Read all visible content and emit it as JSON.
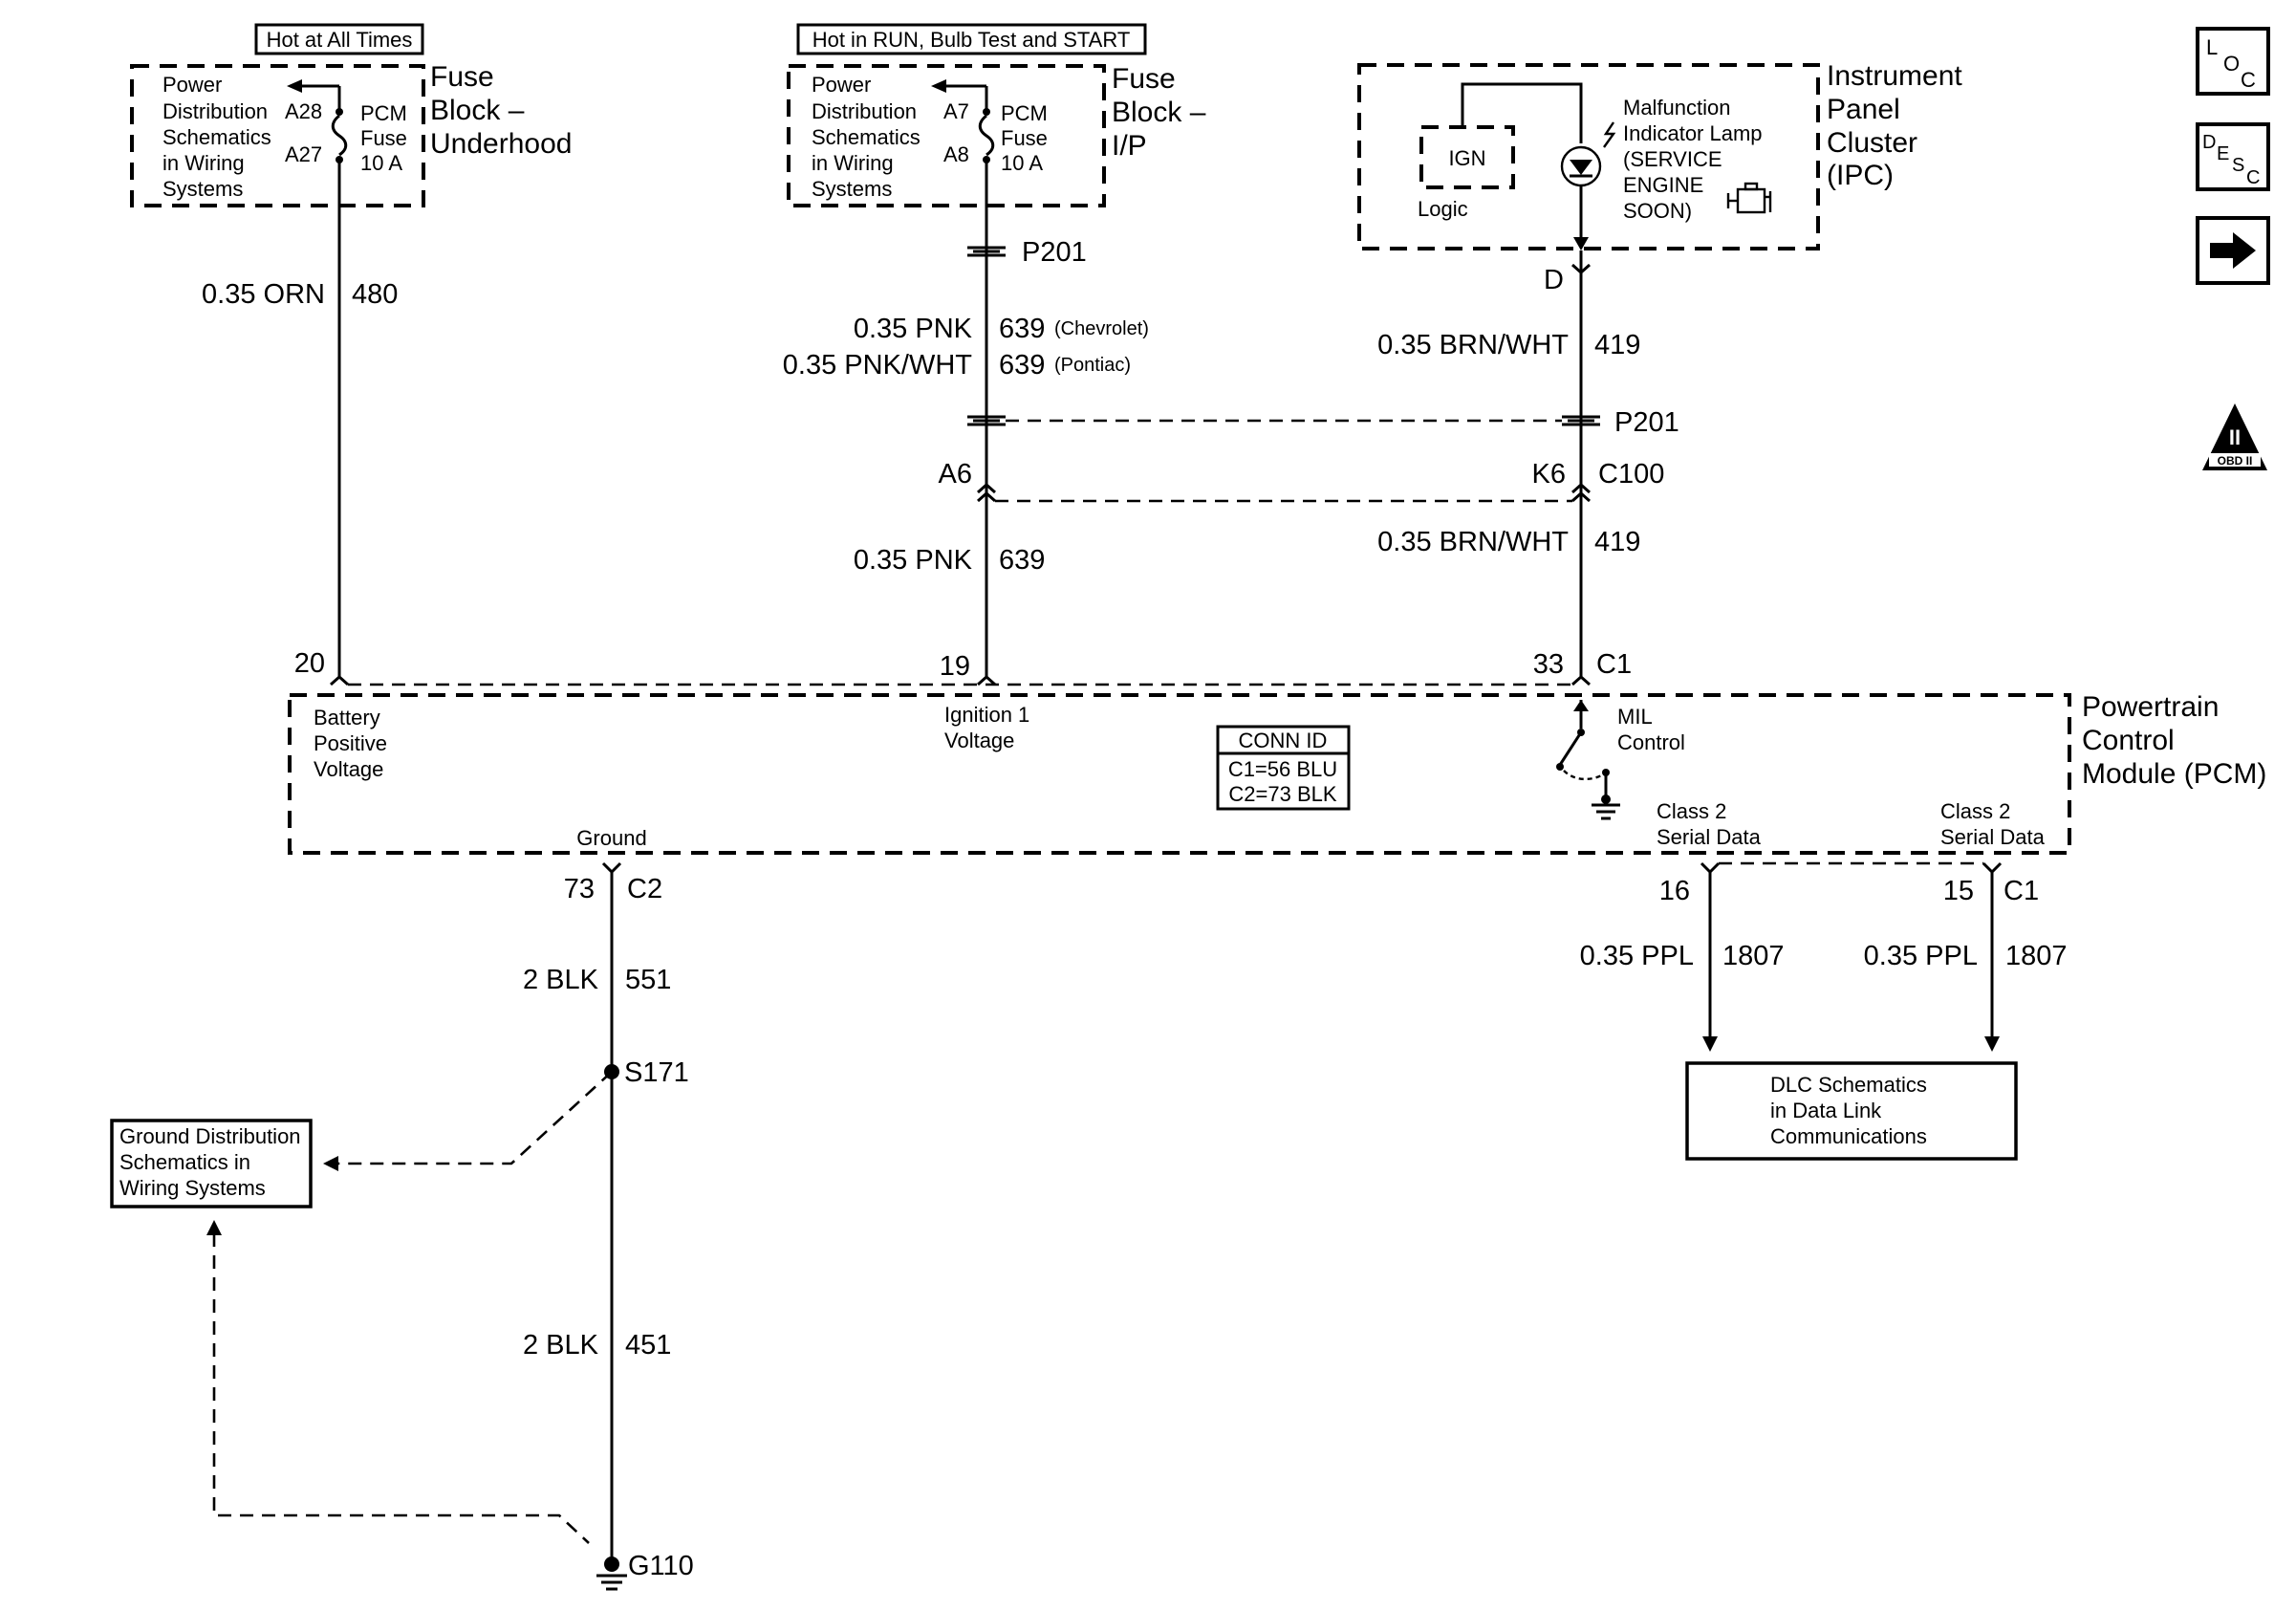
{
  "fuse_underhood": {
    "banner": "Hot at All Times",
    "ref_line1": "Power",
    "ref_line2": "Distribution",
    "ref_line3": "Schematics",
    "ref_line4": "in Wiring",
    "ref_line5": "Systems",
    "pin_in": "A28",
    "pin_out": "A27",
    "fuse_line1": "PCM",
    "fuse_line2": "Fuse",
    "fuse_line3": "10 A",
    "title_line1": "Fuse",
    "title_line2": "Block –",
    "title_line3": "Underhood"
  },
  "fuse_ip": {
    "banner": "Hot in RUN, Bulb Test and START",
    "ref_line1": "Power",
    "ref_line2": "Distribution",
    "ref_line3": "Schematics",
    "ref_line4": "in Wiring",
    "ref_line5": "Systems",
    "pin_in": "A7",
    "pin_out": "A8",
    "fuse_line1": "PCM",
    "fuse_line2": "Fuse",
    "fuse_line3": "10 A",
    "title_line1": "Fuse",
    "title_line2": "Block –",
    "title_line3": "I/P"
  },
  "ipc": {
    "title_line1": "Instrument",
    "title_line2": "Panel",
    "title_line3": "Cluster",
    "title_line4": "(IPC)",
    "ign_label": "IGN",
    "logic_label": "Logic",
    "lamp_line1": "Malfunction",
    "lamp_line2": "Indicator Lamp",
    "lamp_line3": "(SERVICE",
    "lamp_line4": "ENGINE",
    "lamp_line5": "SOON)",
    "pin": "D"
  },
  "wires": {
    "w480": {
      "color": "0.35 ORN",
      "circuit": "480"
    },
    "w639_chev": {
      "color": "0.35 PNK",
      "circuit": "639",
      "note": "(Chevrolet)"
    },
    "w639_pont": {
      "color": "0.35 PNK/WHT",
      "circuit": "639",
      "note": "(Pontiac)"
    },
    "w639_low": {
      "color": "0.35 PNK",
      "circuit": "639"
    },
    "w419_up": {
      "color": "0.35 BRN/WHT",
      "circuit": "419"
    },
    "w419_low": {
      "color": "0.35 BRN/WHT",
      "circuit": "419"
    },
    "w551": {
      "color": "2 BLK",
      "circuit": "551"
    },
    "w451": {
      "color": "2 BLK",
      "circuit": "451"
    },
    "w1807_a": {
      "color": "0.35 PPL",
      "circuit": "1807"
    },
    "w1807_b": {
      "color": "0.35 PPL",
      "circuit": "1807"
    }
  },
  "connectors": {
    "p201_a": "P201",
    "p201_b": "P201",
    "a6": "A6",
    "k6": "K6",
    "c100": "C100",
    "pin20": "20",
    "pin19": "19",
    "pin33": "33",
    "c1_top": "C1",
    "pin73": "73",
    "c2": "C2",
    "pin16": "16",
    "pin15": "15",
    "c1_bottom": "C1"
  },
  "pcm": {
    "title_line1": "Powertrain",
    "title_line2": "Control",
    "title_line3": "Module (PCM)",
    "batt_line1": "Battery",
    "batt_line2": "Positive",
    "batt_line3": "Voltage",
    "ign_line1": "Ignition 1",
    "ign_line2": "Voltage",
    "mil_line1": "MIL",
    "mil_line2": "Control",
    "ground": "Ground",
    "class2a_line1": "Class 2",
    "class2a_line2": "Serial Data",
    "class2b_line1": "Class 2",
    "class2b_line2": "Serial Data",
    "conn_title": "CONN ID",
    "conn_c1": "C1=56 BLU",
    "conn_c2": "C2=73 BLK"
  },
  "splice": "S171",
  "ground_point": "G110",
  "ground_dist": {
    "line1": "Ground Distribution",
    "line2": "Schematics in",
    "line3": "Wiring Systems"
  },
  "dlc": {
    "line1": "DLC Schematics",
    "line2": "in Data Link",
    "line3": "Communications"
  },
  "sidebar": {
    "loc": {
      "l": "L",
      "o": "O",
      "c": "C"
    },
    "desc": {
      "d": "D",
      "e": "E",
      "s": "S",
      "c": "C"
    },
    "obd": {
      "roman": "II",
      "label": "OBD II"
    }
  }
}
